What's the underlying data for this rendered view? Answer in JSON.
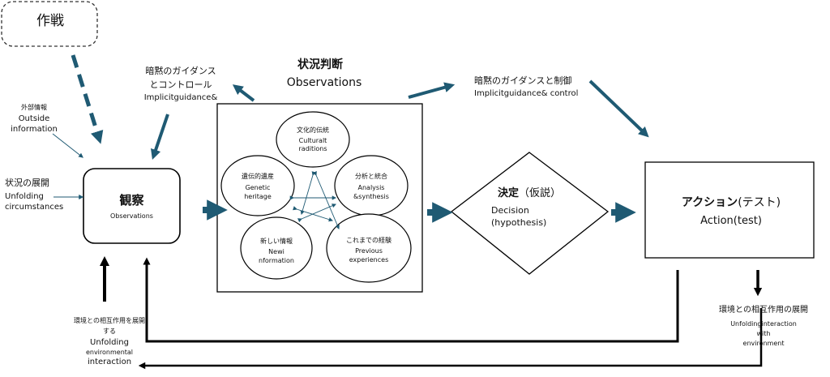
{
  "operation": {
    "label": "作戦"
  },
  "implicit_left": {
    "line1": "暗黙のガイダンス",
    "line2": "とコントロール",
    "line3": "Implicitguidance&"
  },
  "orient": {
    "title_jp": "状況判断",
    "title_en": "Observations"
  },
  "implicit_right": {
    "line1": "暗黙のガイダンスと制御",
    "line2": "Implicitguidance& control"
  },
  "outside_info": {
    "jp": "外部情報",
    "en1": "Outside",
    "en2": "information"
  },
  "unfolding_circ": {
    "jp": "状況の展開",
    "en1": "Unfolding",
    "en2": "circumstances"
  },
  "observe": {
    "title_jp": "観察",
    "title_en": "Observations"
  },
  "cultural": {
    "jp": "文化的伝統",
    "en1": "Culturalt",
    "en2": "raditions"
  },
  "genetic": {
    "jp": "遺伝的遺産",
    "en1": "Genetic",
    "en2": "heritage"
  },
  "analysis": {
    "jp": "分析と統合",
    "en1": "Analysis",
    "en2": "&synthesis"
  },
  "new_info": {
    "jp": "新しい情報",
    "en1": "Newi",
    "en2": "nformation"
  },
  "previous": {
    "jp": "これまでの経験",
    "en1": "Previous",
    "en2": "experiences"
  },
  "decide": {
    "title_jp": "決定",
    "title_jp2": "（仮説）",
    "en1": "Decision",
    "en2": "(hypothesis)"
  },
  "act": {
    "title_jp": "アクション",
    "title_jp2": "(テスト)",
    "en": "Action(test)"
  },
  "unfolding_env_left": {
    "jp1": "環境との相互作用を展開",
    "jp2": "する",
    "en1": "Unfolding",
    "en2": "environmental",
    "en3": "interaction"
  },
  "unfolding_env_right": {
    "jp": "環境との相互作用の展開",
    "en1": "Unfoldinginteraction",
    "en2": "with",
    "en3": "environment"
  },
  "colors": {
    "teal": "#1f5a73",
    "black": "#000000"
  }
}
